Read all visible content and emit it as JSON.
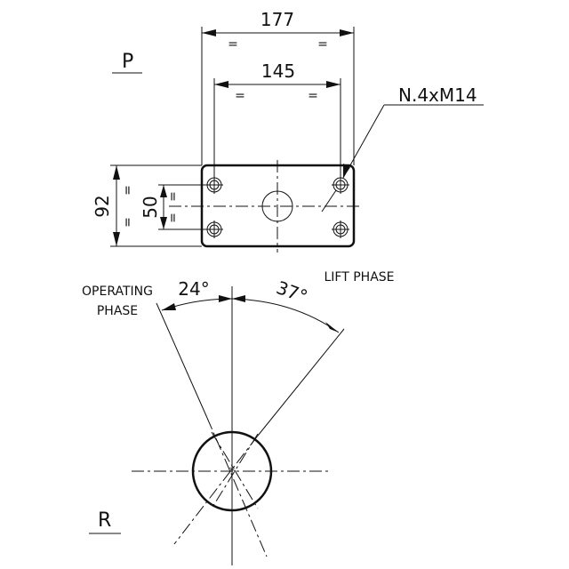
{
  "views": {
    "top": {
      "label": "P"
    },
    "side": {
      "label": "R"
    }
  },
  "dimensions": {
    "outer_width": "177",
    "hole_spacing_x": "145",
    "outer_height": "92",
    "hole_spacing_y": "50",
    "equal_mark": "="
  },
  "callout": {
    "holes": "N.4xM14"
  },
  "angles": {
    "operating": {
      "value": "24°",
      "label_line1": "OPERATING",
      "label_line2": "PHASE"
    },
    "lift": {
      "value": "37°",
      "label": "LIFT PHASE"
    }
  }
}
